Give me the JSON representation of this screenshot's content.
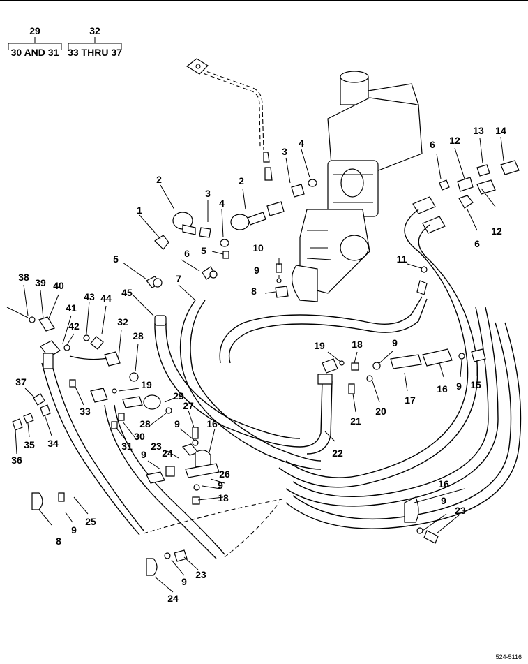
{
  "key_boxes": [
    {
      "parent": "29",
      "children": "30 AND 31"
    },
    {
      "parent": "32",
      "children": "33 THRU 37"
    }
  ],
  "callouts": [
    {
      "label": "1"
    },
    {
      "label": "2"
    },
    {
      "label": "3"
    },
    {
      "label": "4"
    },
    {
      "label": "2"
    },
    {
      "label": "3"
    },
    {
      "label": "4"
    },
    {
      "label": "5"
    },
    {
      "label": "5"
    },
    {
      "label": "6"
    },
    {
      "label": "7"
    },
    {
      "label": "45"
    },
    {
      "label": "10"
    },
    {
      "label": "9"
    },
    {
      "label": "8"
    },
    {
      "label": "6"
    },
    {
      "label": "12"
    },
    {
      "label": "13"
    },
    {
      "label": "14"
    },
    {
      "label": "12"
    },
    {
      "label": "6"
    },
    {
      "label": "11"
    },
    {
      "label": "38"
    },
    {
      "label": "39"
    },
    {
      "label": "40"
    },
    {
      "label": "41"
    },
    {
      "label": "42"
    },
    {
      "label": "43"
    },
    {
      "label": "44"
    },
    {
      "label": "32"
    },
    {
      "label": "28"
    },
    {
      "label": "37"
    },
    {
      "label": "33"
    },
    {
      "label": "35"
    },
    {
      "label": "36"
    },
    {
      "label": "34"
    },
    {
      "label": "19"
    },
    {
      "label": "29"
    },
    {
      "label": "28"
    },
    {
      "label": "30"
    },
    {
      "label": "31"
    },
    {
      "label": "27"
    },
    {
      "label": "9"
    },
    {
      "label": "16"
    },
    {
      "label": "24"
    },
    {
      "label": "23"
    },
    {
      "label": "9"
    },
    {
      "label": "26"
    },
    {
      "label": "9"
    },
    {
      "label": "18"
    },
    {
      "label": "19"
    },
    {
      "label": "18"
    },
    {
      "label": "9"
    },
    {
      "label": "16"
    },
    {
      "label": "9"
    },
    {
      "label": "15"
    },
    {
      "label": "17"
    },
    {
      "label": "20"
    },
    {
      "label": "21"
    },
    {
      "label": "22"
    },
    {
      "label": "8"
    },
    {
      "label": "9"
    },
    {
      "label": "25"
    },
    {
      "label": "16"
    },
    {
      "label": "9"
    },
    {
      "label": "23"
    },
    {
      "label": "23"
    },
    {
      "label": "9"
    },
    {
      "label": "24"
    }
  ],
  "figure_number": "524-5116"
}
